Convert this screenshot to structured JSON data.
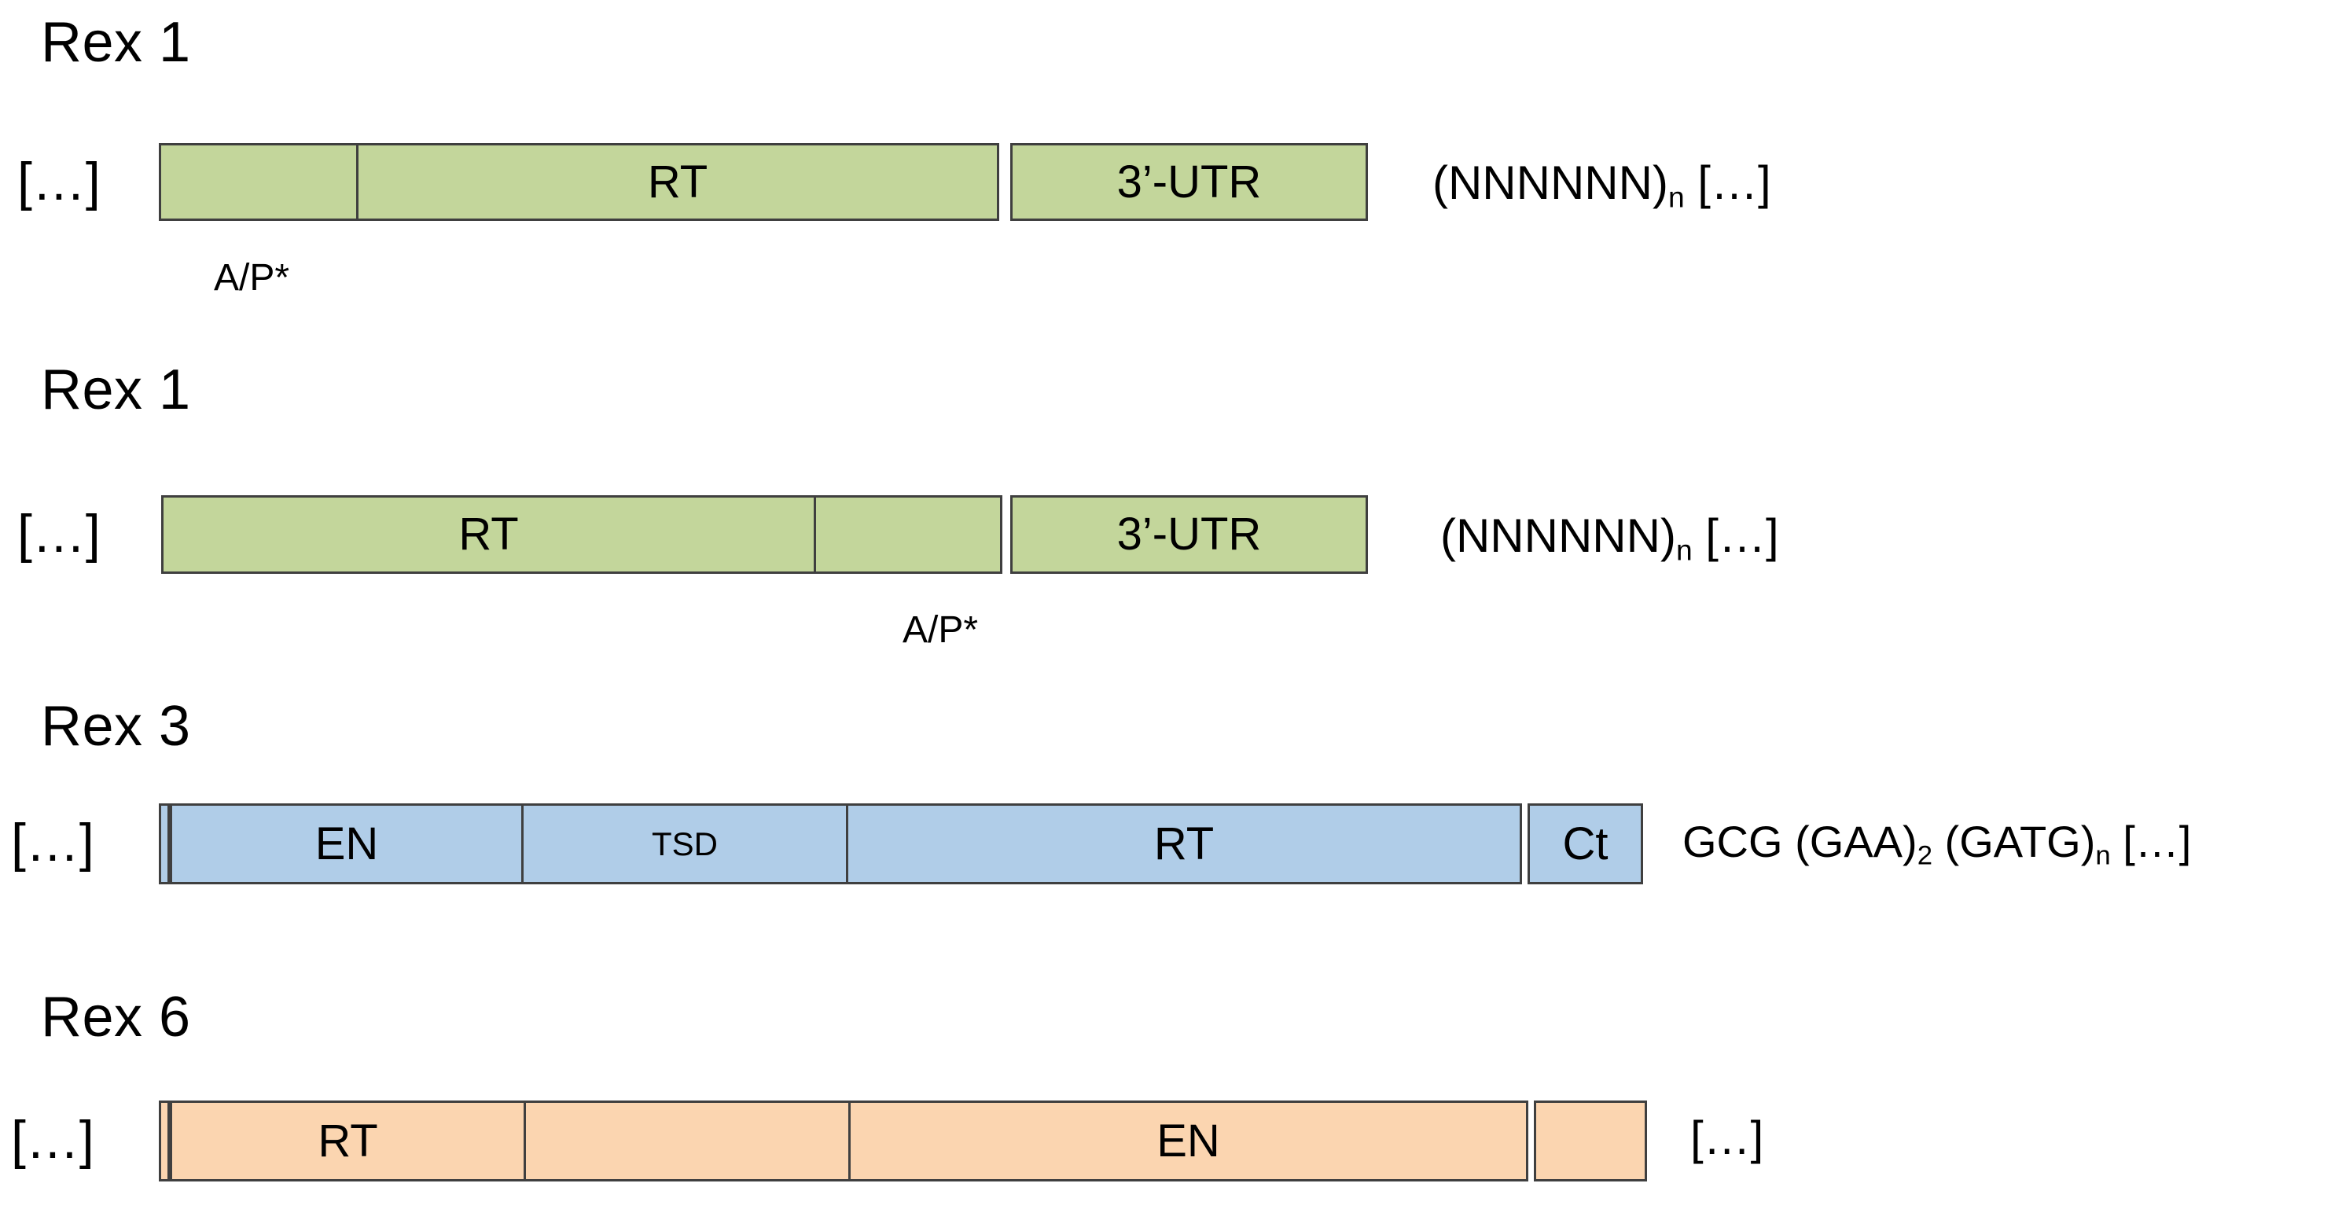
{
  "figure": {
    "background": "#ffffff",
    "colors": {
      "green": "#c3d69b",
      "blue": "#b0cde8",
      "orange": "#fbd5b0",
      "border": "#3f3f3f",
      "text": "#000000"
    }
  },
  "rows": [
    {
      "title": "Rex 1",
      "left_flank": "[…]",
      "color": "green",
      "segments": [
        {
          "label": "",
          "name": "ap-segment"
        },
        {
          "label": "RT",
          "name": "rt-segment"
        },
        {
          "label": "3’-UTR",
          "name": "utr-segment"
        }
      ],
      "under_label": "A/P*",
      "right_text_main": "(NNNNNN)",
      "right_text_sub": "n",
      "right_text_tail": " […]"
    },
    {
      "title": "Rex 1",
      "left_flank": "[…]",
      "color": "green",
      "segments": [
        {
          "label": "RT",
          "name": "rt-segment"
        },
        {
          "label": "",
          "name": "ap-segment"
        },
        {
          "label": "3’-UTR",
          "name": "utr-segment"
        }
      ],
      "under_label": "A/P*",
      "right_text_main": "(NNNNNN)",
      "right_text_sub": "n",
      "right_text_tail": " […]"
    },
    {
      "title": "Rex 3",
      "left_flank": "[…]",
      "color": "blue",
      "segments": [
        {
          "label": "",
          "name": "five-prime-segment"
        },
        {
          "label": "EN",
          "name": "en-segment"
        },
        {
          "label": "TSD",
          "name": "tsd-segment"
        },
        {
          "label": "RT",
          "name": "rt-segment"
        },
        {
          "label": "Ct",
          "name": "ct-segment"
        }
      ],
      "under_label": "",
      "right_text_main": "GCG (GAA)",
      "right_text_sub": "2",
      "right_text_mid": " (GATG)",
      "right_text_sub2": "n",
      "right_text_tail": " […]"
    },
    {
      "title": "Rex 6",
      "left_flank": "[…]",
      "color": "orange",
      "segments": [
        {
          "label": "",
          "name": "five-prime-segment"
        },
        {
          "label": "RT",
          "name": "rt-segment"
        },
        {
          "label": "",
          "name": "spacer-segment"
        },
        {
          "label": "EN",
          "name": "en-segment"
        },
        {
          "label": "",
          "name": "tail-segment"
        }
      ],
      "under_label": "",
      "right_text_tail": "[…]"
    }
  ]
}
